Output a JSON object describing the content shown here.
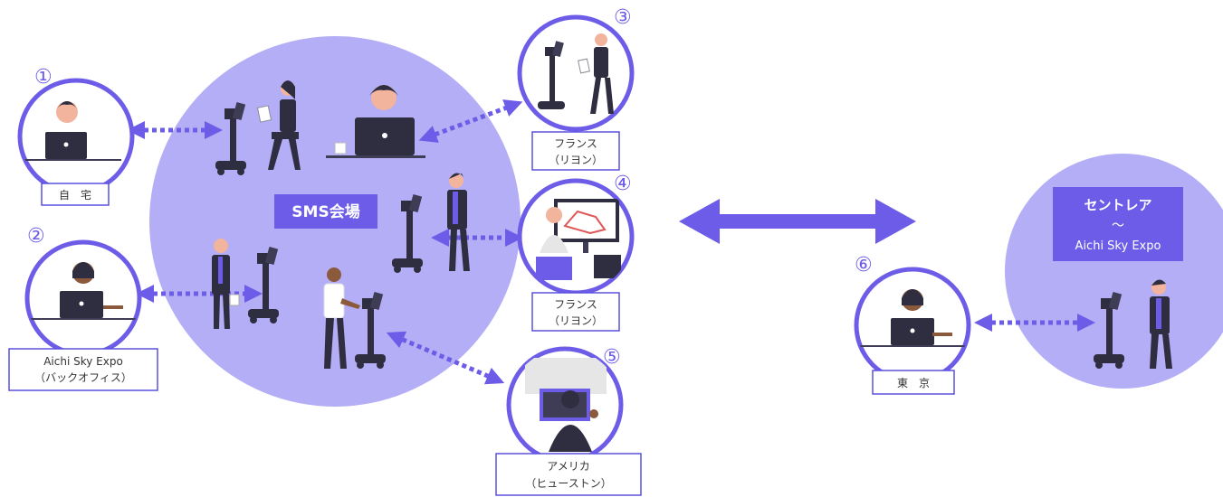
{
  "colors": {
    "accent": "#6c5ce7",
    "circle_fill": "#b4aef6",
    "box_label": "#5a50de",
    "label_text": "#333333",
    "figure_dark": "#2f2e41",
    "skin": "#f2b49c",
    "hair": "#2f2e41"
  },
  "venue": {
    "label": "SMS会場"
  },
  "remote_venue": {
    "line1": "セントレア",
    "line2": "〜",
    "line3": "Aichi Sky Expo"
  },
  "sites": [
    {
      "number": "①",
      "label": "自　宅"
    },
    {
      "number": "②",
      "label_line1": "Aichi Sky Expo",
      "label_line2": "（バックオフィス）"
    },
    {
      "number": "③",
      "label_line1": "フランス",
      "label_line2": "（リヨン）"
    },
    {
      "number": "④",
      "label_line1": "フランス",
      "label_line2": "（リヨン）"
    },
    {
      "number": "⑤",
      "label_line1": "アメリカ",
      "label_line2": "（ヒューストン）"
    },
    {
      "number": "⑥",
      "label": "東　京"
    }
  ],
  "icons": [
    "laptop-icon",
    "telepresence-robot-icon",
    "person-icon",
    "monitor-icon",
    "double-arrow-icon",
    "dotted-arrow-icon"
  ]
}
